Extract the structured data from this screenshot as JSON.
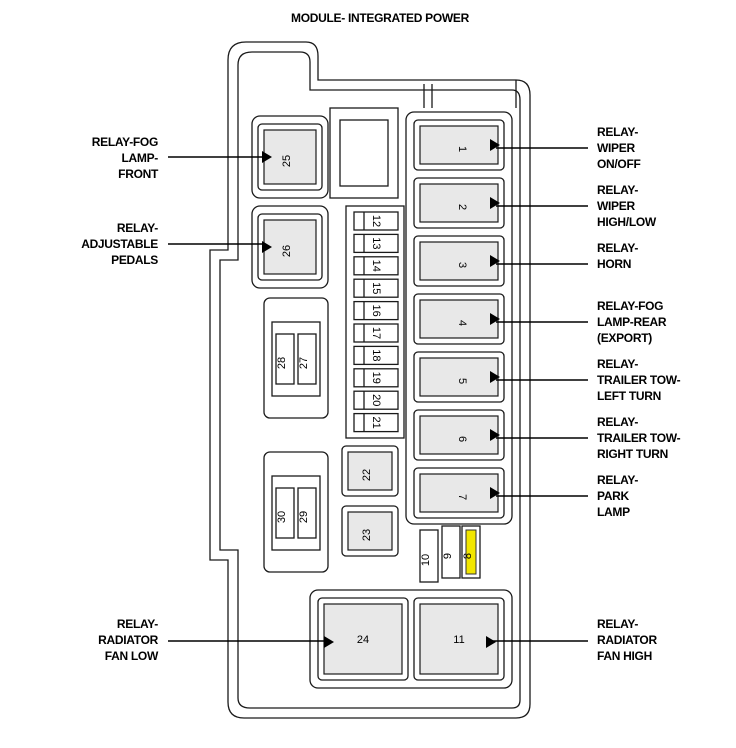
{
  "title": "MODULE- INTEGRATED POWER",
  "highlight_color": "#f2e600",
  "relays_right": [
    {
      "num": "1",
      "label": [
        "RELAY-",
        "WIPER",
        "ON/OFF"
      ]
    },
    {
      "num": "2",
      "label": [
        "RELAY-",
        "WIPER",
        "HIGH/LOW"
      ]
    },
    {
      "num": "3",
      "label": [
        "RELAY-",
        "HORN"
      ]
    },
    {
      "num": "4",
      "label": [
        "RELAY-FOG",
        "LAMP-REAR",
        "(EXPORT)"
      ]
    },
    {
      "num": "5",
      "label": [
        "RELAY-",
        "TRAILER TOW-",
        "LEFT TURN"
      ]
    },
    {
      "num": "6",
      "label": [
        "RELAY-",
        "TRAILER TOW-",
        "RIGHT TURN"
      ]
    },
    {
      "num": "7",
      "label": [
        "RELAY-",
        "PARK",
        "LAMP"
      ]
    }
  ],
  "relays_left": [
    {
      "num": "25",
      "label": [
        "RELAY-FOG",
        "LAMP-",
        "FRONT"
      ]
    },
    {
      "num": "26",
      "label": [
        "RELAY-",
        "ADJUSTABLE",
        "PEDALS"
      ]
    }
  ],
  "relays_bottom": [
    {
      "num": "24",
      "label": [
        "RELAY-",
        "RADIATOR",
        "FAN LOW"
      ]
    },
    {
      "num": "11",
      "label": [
        "RELAY-",
        "RADIATOR",
        "FAN HIGH"
      ]
    }
  ],
  "mini_fuses": [
    "12",
    "13",
    "14",
    "15",
    "16",
    "17",
    "18",
    "19",
    "20",
    "21"
  ],
  "small_fuses": [
    "10",
    "9",
    "8"
  ],
  "highlighted_fuse": "8",
  "blocks": [
    "22",
    "23"
  ],
  "cartridges": [
    [
      "28",
      "27"
    ],
    [
      "30",
      "29"
    ]
  ]
}
